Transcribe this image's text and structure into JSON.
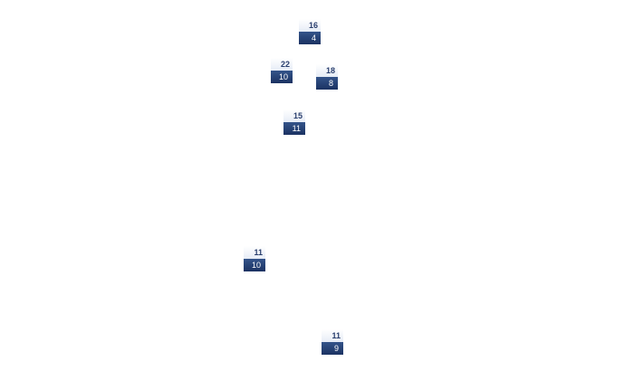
{
  "markers": [
    {
      "top": "16",
      "bottom": "4"
    },
    {
      "top": "22",
      "bottom": "10"
    },
    {
      "top": "18",
      "bottom": "8"
    },
    {
      "top": "15",
      "bottom": "11"
    },
    {
      "top": "11",
      "bottom": "10"
    },
    {
      "top": "11",
      "bottom": "9"
    }
  ]
}
